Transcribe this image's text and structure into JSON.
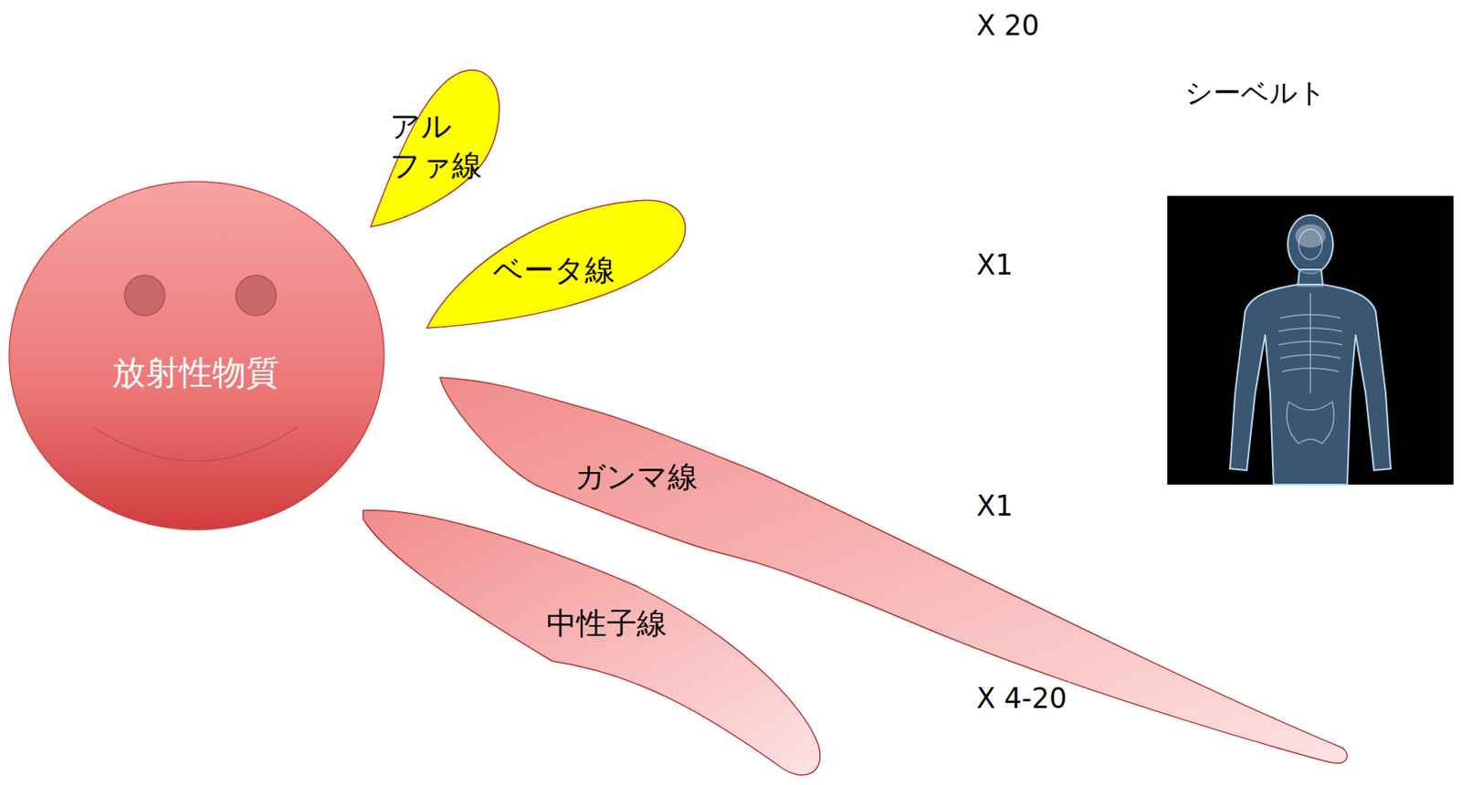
{
  "diagram": {
    "nodes": [
      {
        "text": [
          "放射性物質"
        ]
      },
      {
        "text": [
          "アル ファ線"
        ]
      },
      {
        "text": [
          "ベータ線"
        ]
      },
      {
        "text": [
          "ガンマ線"
        ]
      },
      {
        "text": [
          "中性子線"
        ]
      }
    ],
    "labels": [
      "X 20",
      "シーベルト",
      "X1",
      "X1",
      "X 4-20"
    ]
  }
}
